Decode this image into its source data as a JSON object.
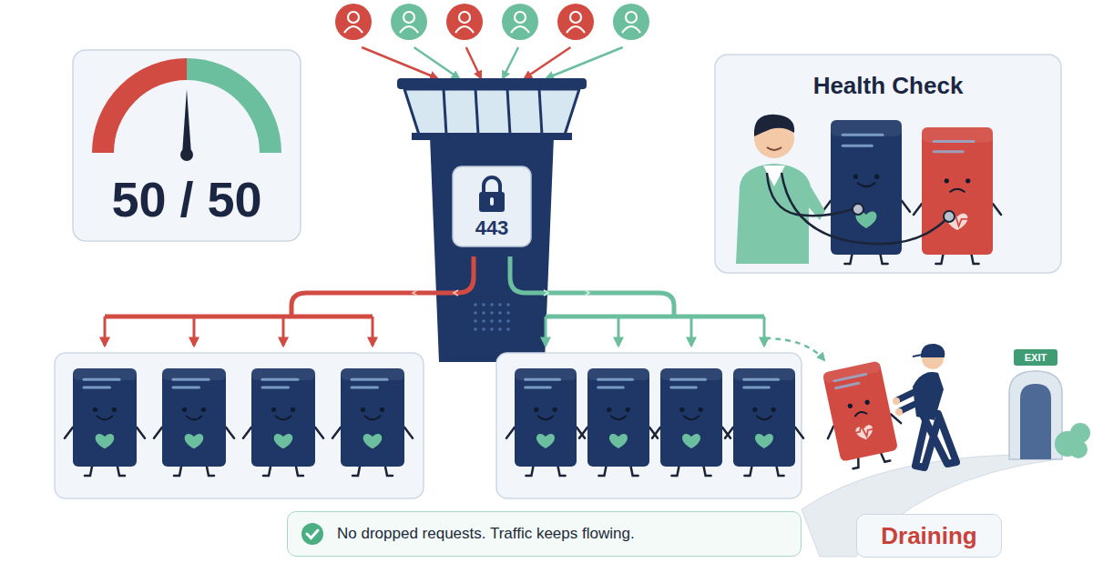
{
  "diagram": {
    "caption": "No dropped requests. Traffic keeps flowing.",
    "nodes": [
      {
        "text": [
          "50 / 50"
        ]
      },
      {
        "text": [
          "443"
        ]
      },
      {
        "text": [
          "Health Check"
        ]
      },
      {
        "text": [
          "EXIT"
        ]
      },
      {
        "text": [
          "Draining"
        ]
      }
    ]
  }
}
